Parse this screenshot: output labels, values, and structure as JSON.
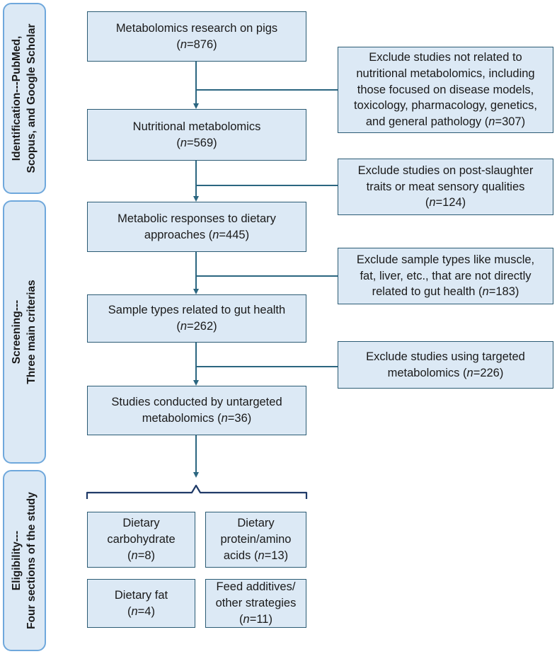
{
  "stages": [
    {
      "line1": "Identification---PubMed,",
      "line2": "Scopus, and Google Scholar"
    },
    {
      "line1": "Screening---",
      "line2": "Three main criterias"
    },
    {
      "line1": "Eligibility---",
      "line2": "Four sections of the study"
    }
  ],
  "main_steps": [
    {
      "line1": "Metabolomics research on pigs",
      "n_prefix": "(",
      "n_value": "=876)"
    },
    {
      "line1": "Nutritional metabolomics",
      "n_prefix": "(",
      "n_value": "=569)"
    },
    {
      "line1": "Metabolic responses to dietary",
      "n_prefix": "approaches (",
      "n_value": "=445)"
    },
    {
      "line1": "Sample types related to gut health",
      "n_prefix": "(",
      "n_value": "=262)"
    },
    {
      "line1": "Studies conducted by untargeted",
      "n_prefix": "metabolomics (",
      "n_value": "=36)"
    }
  ],
  "exclusions": [
    {
      "lines": [
        "Exclude studies not related to",
        "nutritional metabolomics, including",
        "those focused on disease models,",
        "toxicology, pharmacology, genetics,"
      ],
      "n_prefix": "and general pathology  (",
      "n_value": "=307)"
    },
    {
      "lines": [
        "Exclude studies on post-slaughter",
        "traits or meat sensory qualities"
      ],
      "n_prefix": "(",
      "n_value": "=124)"
    },
    {
      "lines": [
        "Exclude sample types like muscle,",
        "fat, liver, etc., that are not directly"
      ],
      "n_prefix": "related to gut health (",
      "n_value": "=183)"
    },
    {
      "lines": [
        "Exclude studies using targeted"
      ],
      "n_prefix": "metabolomics (",
      "n_value": "=226)"
    }
  ],
  "sections": [
    {
      "line1": "Dietary",
      "line2": "carbohydrate",
      "n_prefix": "(",
      "n_value": "=8)"
    },
    {
      "line1": "Dietary",
      "line2": "protein/amino",
      "n_prefix": "acids (",
      "n_value": "=13)"
    },
    {
      "line1": "Dietary fat",
      "line2": "",
      "n_prefix": "(",
      "n_value": "=4)"
    },
    {
      "line1": "Feed additives/",
      "line2": "other strategies",
      "n_prefix": "(",
      "n_value": "=11)"
    }
  ],
  "n_symbol": "n",
  "colors": {
    "box_fill": "#dce9f5",
    "box_border": "#2b5b74",
    "arrow": "#2b6680",
    "stage_border": "#6fa8dc",
    "brace": "#1f3a68"
  }
}
